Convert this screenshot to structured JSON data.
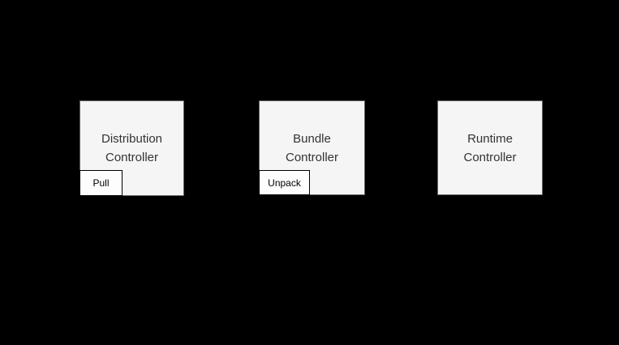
{
  "diagram": {
    "type": "component-diagram",
    "background_color": "#000000",
    "node_fill_color": "#f5f5f5",
    "node_border_color": "#666666",
    "node_text_color": "#333333",
    "badge_fill_color": "#fdfdfd",
    "badge_border_color": "#000000",
    "badge_text_color": "#000000",
    "nodes": [
      {
        "id": "distribution-controller",
        "label": "Distribution\nController",
        "badge": "Pull"
      },
      {
        "id": "bundle-controller",
        "label": "Bundle\nController",
        "badge": "Unpack"
      },
      {
        "id": "runtime-controller",
        "label": "Runtime\nController",
        "badge": null
      }
    ]
  }
}
